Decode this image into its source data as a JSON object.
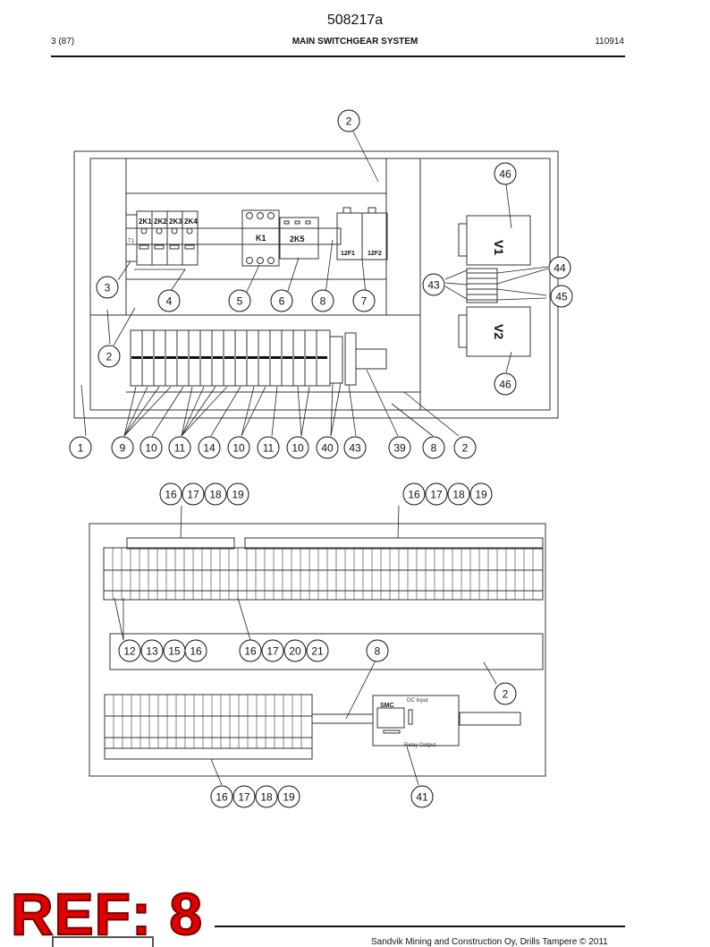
{
  "header": {
    "doc_id": "508217a",
    "page": "3 (87)",
    "title": "MAIN SWITCHGEAR SYSTEM",
    "date": "110914"
  },
  "footer": {
    "ref": "REF: 8",
    "copyright": "Sandvik Mining and Construction Oy, Drills Tampere © 2011"
  },
  "labels": {
    "breaker_k1": "2K1",
    "breaker_k2": "2K2",
    "breaker_k3": "2K3",
    "breaker_k4": "2K4",
    "t1": "T1",
    "contactor": "K1",
    "relay": "2K5",
    "fuse_a": "12F1",
    "fuse_b": "12F2",
    "drive_top": "V1",
    "drive_bottom": "V2",
    "smc": "SMC",
    "dc_input": "DC Input",
    "relay_output": "Relay Output"
  },
  "callouts_top": [
    {
      "n": "2"
    },
    {
      "n": "46"
    },
    {
      "n": "44"
    },
    {
      "n": "43"
    },
    {
      "n": "45"
    },
    {
      "n": "3"
    },
    {
      "n": "4"
    },
    {
      "n": "5"
    },
    {
      "n": "6"
    },
    {
      "n": "8"
    },
    {
      "n": "7"
    },
    {
      "n": "2"
    },
    {
      "n": "46"
    },
    {
      "n": "1"
    },
    {
      "n": "9"
    },
    {
      "n": "10"
    },
    {
      "n": "11"
    },
    {
      "n": "14"
    },
    {
      "n": "10"
    },
    {
      "n": "11"
    },
    {
      "n": "10"
    },
    {
      "n": "40"
    },
    {
      "n": "43"
    },
    {
      "n": "39"
    },
    {
      "n": "8"
    },
    {
      "n": "2"
    }
  ],
  "callouts_bottom": [
    {
      "n": "16"
    },
    {
      "n": "17"
    },
    {
      "n": "18"
    },
    {
      "n": "19"
    },
    {
      "n": "16"
    },
    {
      "n": "17"
    },
    {
      "n": "18"
    },
    {
      "n": "19"
    },
    {
      "n": "12"
    },
    {
      "n": "13"
    },
    {
      "n": "15"
    },
    {
      "n": "16"
    },
    {
      "n": "16"
    },
    {
      "n": "17"
    },
    {
      "n": "20"
    },
    {
      "n": "21"
    },
    {
      "n": "8"
    },
    {
      "n": "2"
    },
    {
      "n": "16"
    },
    {
      "n": "17"
    },
    {
      "n": "18"
    },
    {
      "n": "19"
    },
    {
      "n": "41"
    }
  ]
}
